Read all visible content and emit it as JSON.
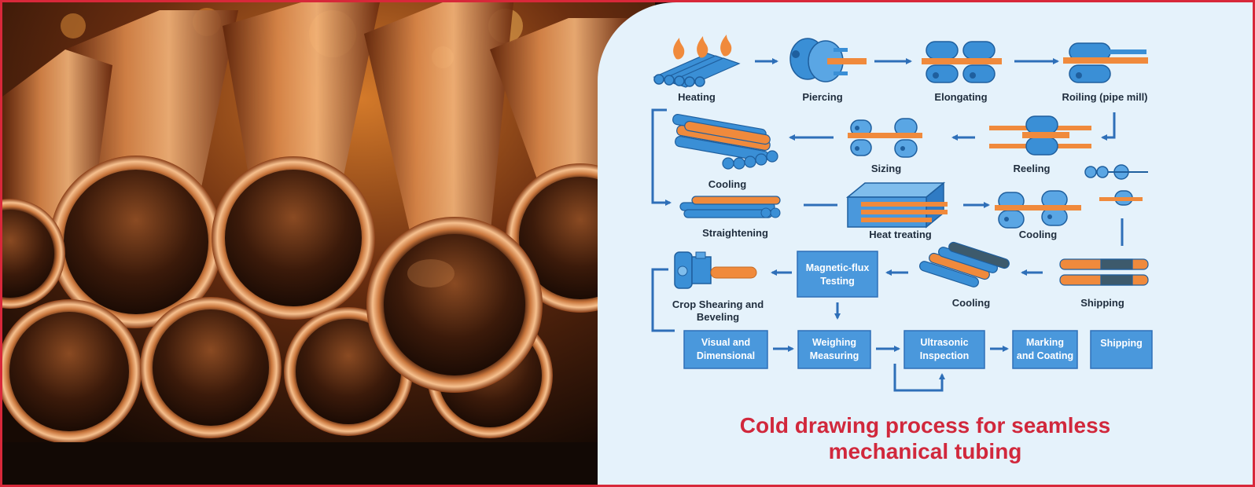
{
  "title_lines": [
    "Cold drawing process for seamless",
    "mechanical tubing"
  ],
  "colors": {
    "accent_red": "#d1283c",
    "panel_bg": "#e5f2fb",
    "step_blue": "#3a8fd6",
    "orange": "#f08a3c",
    "arrow": "#2e6fb8"
  },
  "row1": {
    "heating": "Heating",
    "piercing": "Piercing",
    "elongating": "Elongating",
    "rolling": "Roiling (pipe mill)"
  },
  "row2": {
    "cooling": "Cooling",
    "sizing": "Sizing",
    "reeling": "Reeling"
  },
  "row3": {
    "straightening": "Straightening",
    "heat_treating": "Heat treating",
    "cooling": "Cooling"
  },
  "row4": {
    "crop_line1": "Crop Shearing and",
    "crop_line2": "Beveling",
    "magnetic_line1": "Magnetic-flux",
    "magnetic_line2": "Testing",
    "cooling": "Cooling",
    "shipping": "Shipping"
  },
  "row5": {
    "visual_line1": "Visual and",
    "visual_line2": "Dimensional",
    "weighing_line1": "Weighing",
    "weighing_line2": "Measuring",
    "ultrasonic_line1": "Ultrasonic",
    "ultrasonic_line2": "Inspection",
    "marking_line1": "Marking",
    "marking_line2": "and Coating",
    "shipping": "Shipping"
  },
  "icons": [
    "flame-icon",
    "piercing-mill-icon",
    "elongating-rolls-icon",
    "pipe-mill-rolls-icon",
    "reeling-rolls-icon",
    "sizing-rolls-icon",
    "pipe-bundle-icon",
    "heat-furnace-icon",
    "crop-shear-icon"
  ]
}
